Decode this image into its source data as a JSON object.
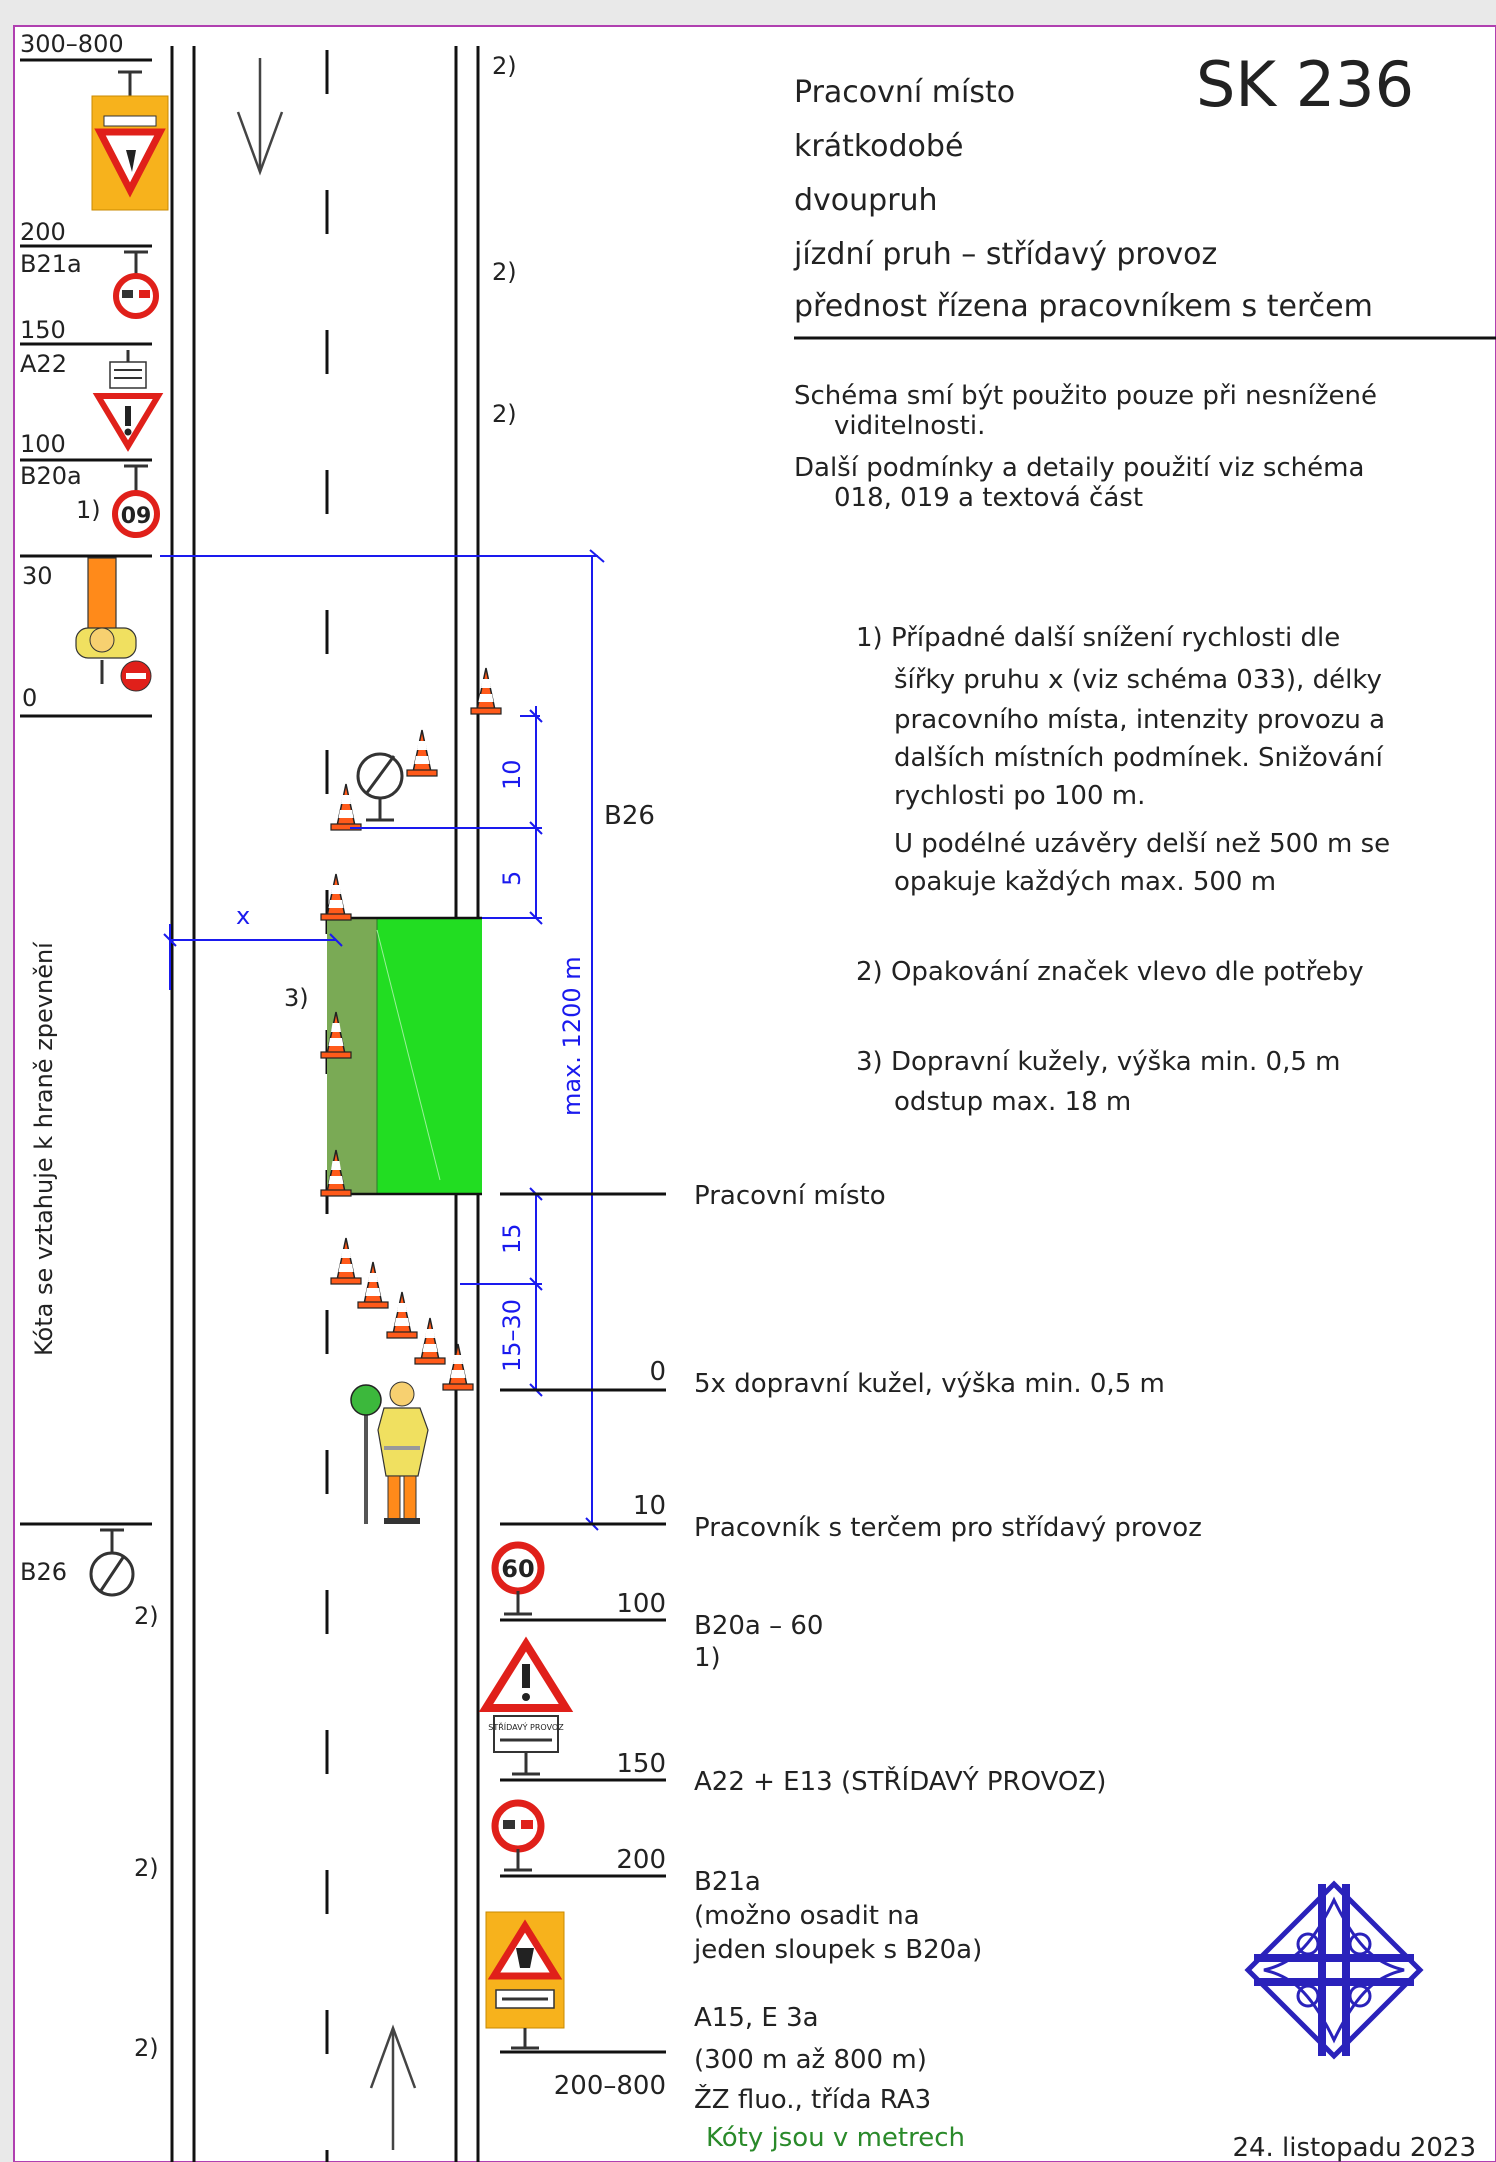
{
  "header": {
    "code": "SK 236",
    "title_lines": [
      "Pracovní místo",
      "krátkodobé",
      "dvoupruh",
      "jízdní pruh – střídavý provoz",
      "přednost řízena pracovníkem s terčem"
    ],
    "conditions": [
      "Schéma smí být použito pouze při nesnížené",
      "viditelnosti.",
      "Další podmínky a detaily použití viz schéma",
      "018, 019 a textová část"
    ]
  },
  "notes": {
    "n1": [
      "1) Případné další snížení rychlosti dle",
      "šířky pruhu x (viz schéma 033), délky",
      "pracovního místa, intenzity provozu a",
      "dalších místních podmínek. Snižování",
      "rychlosti po 100 m.",
      "U podélné uzávěry delší než 500 m se",
      "opakuje každých max. 500 m"
    ],
    "n2": "2) Opakování značek vlevo dle potřeby",
    "n3": [
      "3) Dopravní kužely, výška min. 0,5 m",
      "odstup max. 18 m"
    ]
  },
  "left_signs": {
    "d300_800": "300–800",
    "d200": "200",
    "b21a": "B21a",
    "d150": "150",
    "a22": "A22",
    "d100": "100",
    "b20a": "B20a",
    "b20a_value": "09",
    "d30": "30",
    "d0": "0",
    "b26": "B26",
    "note1": "1)",
    "note2": "2)"
  },
  "measure": {
    "m10": "10",
    "m5": "5",
    "m15": "15",
    "m15_30": "15–30",
    "max1200": "max. 1200 m",
    "b26": "B26",
    "x": "x",
    "note3": "3)",
    "side_text": "Kóta se vztahuje k hraně zpevnění"
  },
  "right_labels": {
    "work_zone": "Pracovní místo",
    "d0": "0",
    "cones": "5x dopravní kužel, výška min. 0,5 m",
    "d10": "10",
    "worker": "Pracovník s terčem pro střídavý provoz",
    "d100": "100",
    "b20a": "B20a – 60",
    "b20a_note": "1)",
    "speed_value": "60",
    "d150": "150",
    "a22": "A22 + E13 (STŘÍDAVÝ PROVOZ)",
    "d200": "200",
    "b21a": [
      "B21a",
      "(možno osadit na",
      "jeden sloupek s B20a)"
    ],
    "d200_800": "200–800",
    "a15": [
      "A15, E 3a",
      "(300 m až 800 m)",
      "ŽZ fluo., třída RA3"
    ],
    "units": "Kóty jsou v metrech",
    "date": "24. listopadu 2023",
    "plate_text": "STŘÍDAVÝ PROVOZ"
  },
  "colors": {
    "blue_dim": "#1a1aee",
    "work_green": "#22dd22",
    "work_green_dark": "#7aaa55",
    "cone_orange": "#ff5a1a",
    "sign_red": "#e0201a",
    "sign_yellow": "#f7b21c",
    "units_green": "#2a8a2a"
  }
}
